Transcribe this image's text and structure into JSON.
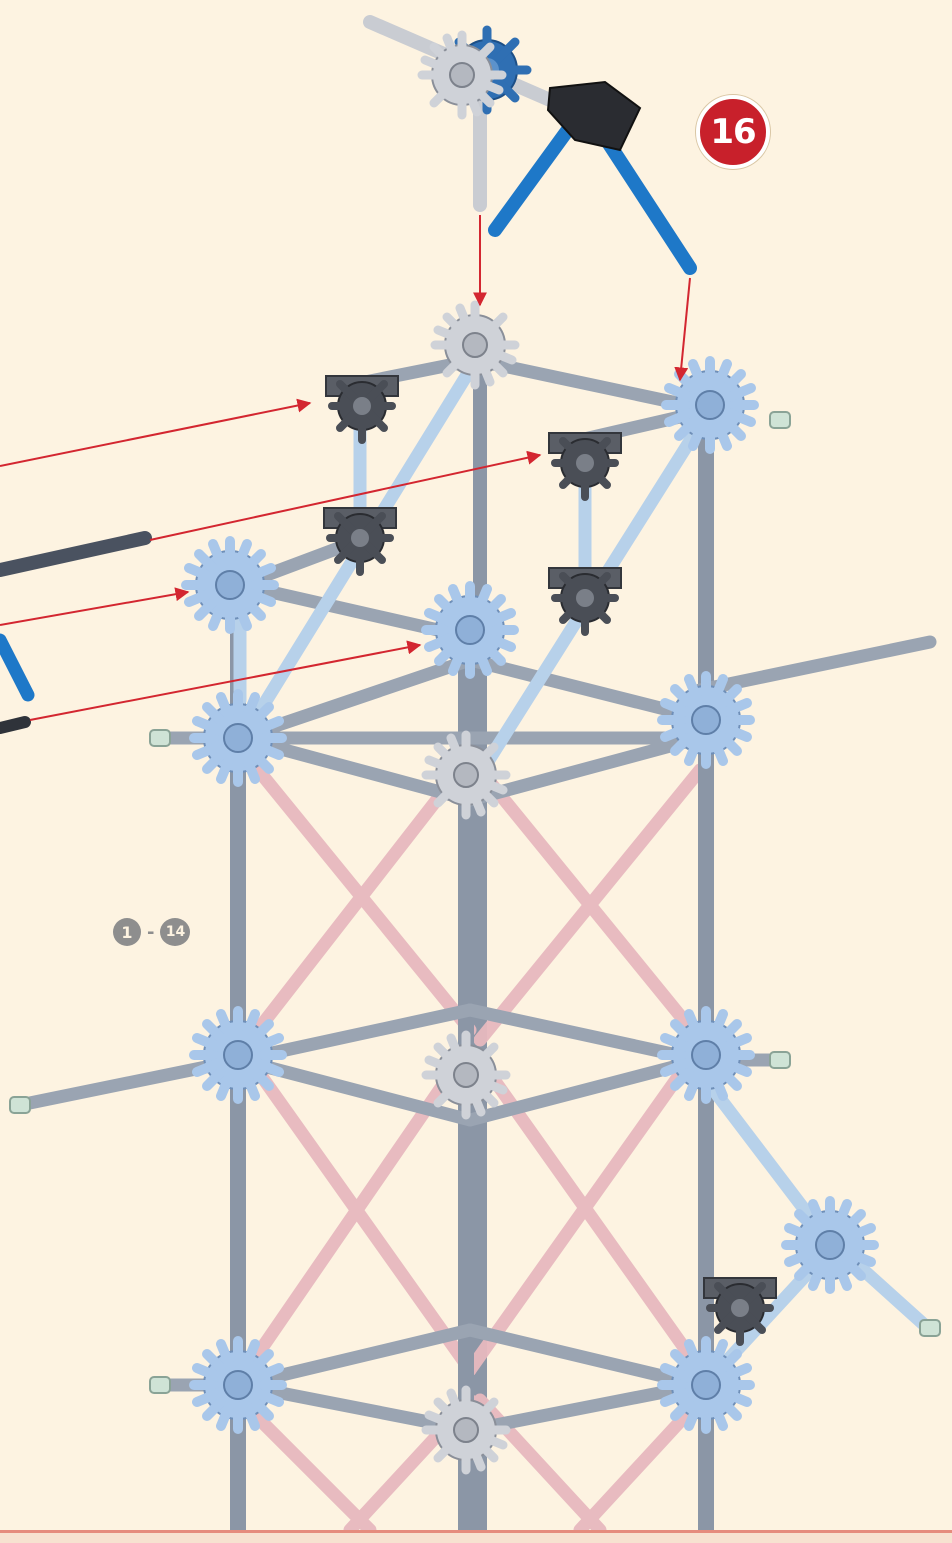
{
  "step": {
    "number": "16"
  },
  "range": {
    "from": "1",
    "separator": "-",
    "to": "14"
  },
  "colors": {
    "background": "#fdf3e1",
    "badge": "#c8202b",
    "arrow": "#d32630",
    "rod_grey": "#8b96a6",
    "rod_blue": "#1e78c8",
    "rod_pink": "#e7b9bf",
    "rod_lightblue": "#b7d1ea",
    "connector_blue": "#a9c7ea",
    "connector_grey": "#c9ccd2",
    "connector_dark": "#4a4e56",
    "connector_black": "#2a2c31",
    "footer": "#e58c7d"
  },
  "icons": [
    "step-number-badge",
    "assembly-arrow",
    "connector-hub",
    "rod"
  ]
}
